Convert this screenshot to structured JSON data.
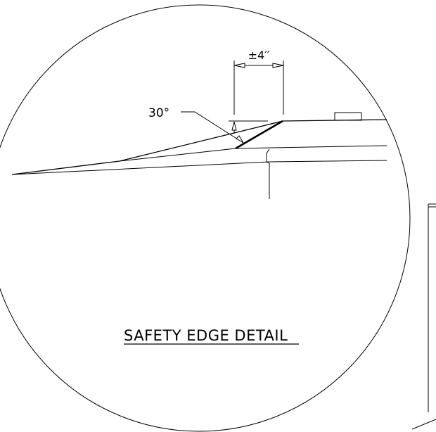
{
  "detail": {
    "title": "SAFETY EDGE DETAIL",
    "dimension_label": "±4′′",
    "angle_label": "30°"
  },
  "colors": {
    "line": "#000000",
    "background": "#ffffff"
  }
}
